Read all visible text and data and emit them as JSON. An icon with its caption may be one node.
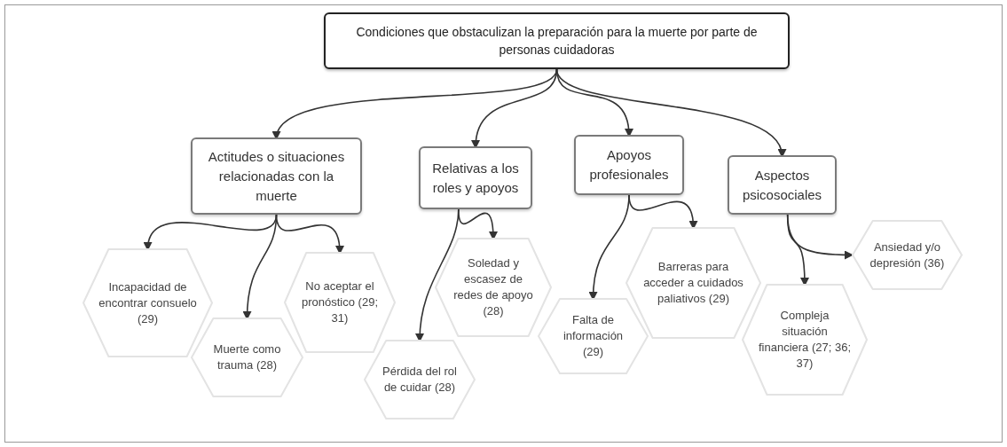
{
  "diagram": {
    "nodes": [
      {
        "text": [
          "Condiciones que obstaculizan la preparación para la muerte por parte de personas cuidadoras"
        ]
      },
      {
        "text": [
          "Actitudes o situaciones relacionadas con la muerte"
        ]
      },
      {
        "text": [
          "Relativas a los roles y apoyos"
        ]
      },
      {
        "text": [
          "Apoyos profesionales"
        ]
      },
      {
        "text": [
          "Aspectos psicosociales"
        ]
      },
      {
        "text": [
          "Incapacidad de encontrar consuelo (29)"
        ]
      },
      {
        "text": [
          "Muerte como trauma (28)"
        ]
      },
      {
        "text": [
          "No aceptar el pronóstico (29; 31)"
        ]
      },
      {
        "text": [
          "Pérdida del rol de cuidar (28)"
        ]
      },
      {
        "text": [
          "Soledad y escasez de redes de apoyo (28)"
        ]
      },
      {
        "text": [
          "Falta de información (29)"
        ]
      },
      {
        "text": [
          "Barreras para acceder a cuidados paliativos (29)"
        ]
      },
      {
        "text": [
          "Compleja situación financiera (27; 36; 37)"
        ]
      },
      {
        "text": [
          "Ansiedad y/o depresión (36)"
        ]
      }
    ],
    "edges": [
      {
        "from": 0,
        "to": 1,
        "arrow": "to"
      },
      {
        "from": 0,
        "to": 2,
        "arrow": "to"
      },
      {
        "from": 0,
        "to": 3,
        "arrow": "to"
      },
      {
        "from": 0,
        "to": 4,
        "arrow": "to"
      },
      {
        "from": 1,
        "to": 5,
        "arrow": "to"
      },
      {
        "from": 1,
        "to": 6,
        "arrow": "to"
      },
      {
        "from": 1,
        "to": 7,
        "arrow": "to"
      },
      {
        "from": 2,
        "to": 8,
        "arrow": "to"
      },
      {
        "from": 2,
        "to": 9,
        "arrow": "to"
      },
      {
        "from": 3,
        "to": 10,
        "arrow": "to"
      },
      {
        "from": 3,
        "to": 11,
        "arrow": "to"
      },
      {
        "from": 4,
        "to": 12,
        "arrow": "to"
      },
      {
        "from": 4,
        "to": 13,
        "arrow": "to"
      }
    ]
  }
}
